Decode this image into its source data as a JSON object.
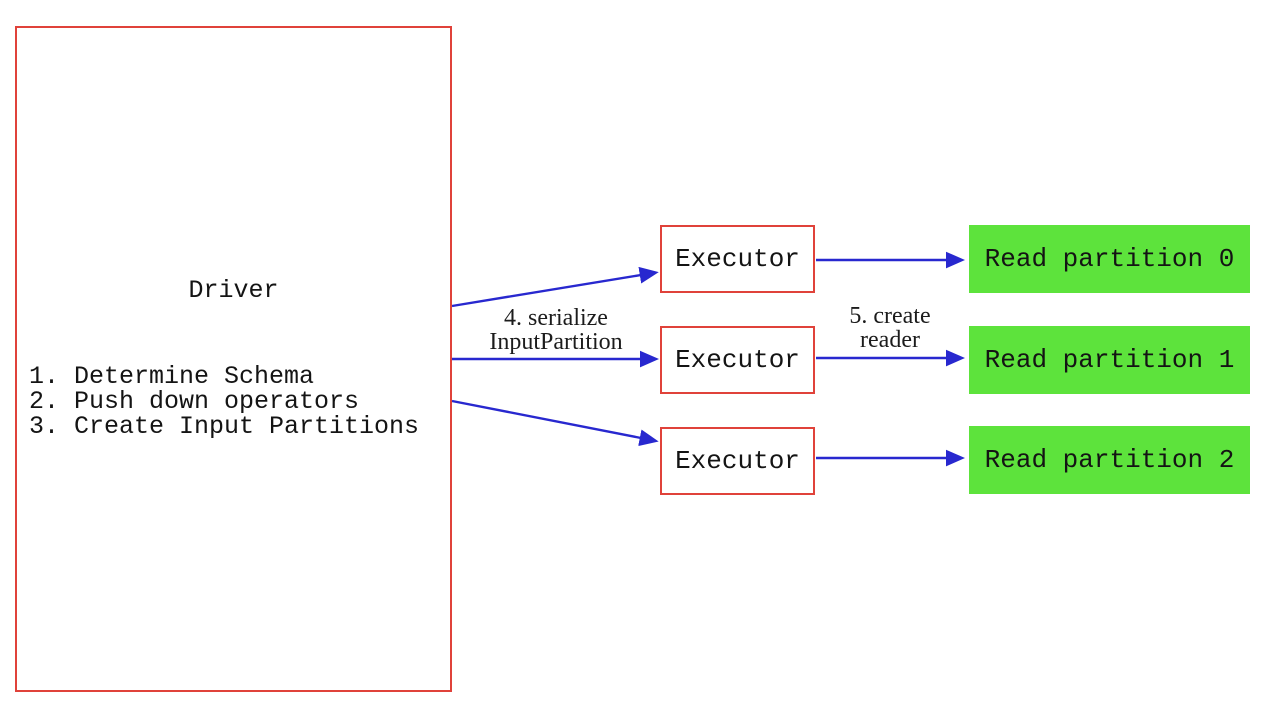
{
  "colors": {
    "red": "#e0423a",
    "green": "#5de33c",
    "blue": "#2828cf",
    "text": "#141414",
    "background": "#ffffff"
  },
  "driver": {
    "title": "Driver",
    "steps": [
      "1. Determine Schema",
      "2. Push down operators",
      "3. Create Input Partitions"
    ]
  },
  "executors": [
    {
      "label": "Executor"
    },
    {
      "label": "Executor"
    },
    {
      "label": "Executor"
    }
  ],
  "partitions": [
    {
      "label": "Read partition 0"
    },
    {
      "label": "Read partition 1"
    },
    {
      "label": "Read partition 2"
    }
  ],
  "edge_labels": {
    "serialize": {
      "line1": "4. serialize",
      "line2": "InputPartition"
    },
    "create_reader": {
      "line1": "5. create",
      "line2": "reader"
    }
  }
}
